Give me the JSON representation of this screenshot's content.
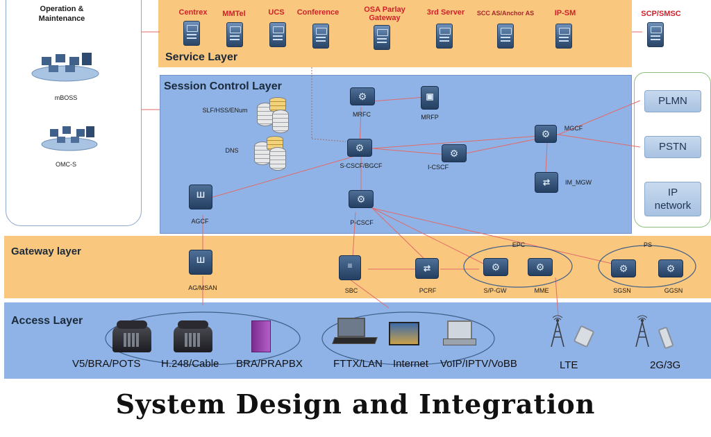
{
  "operation": {
    "title": "Operation & Maintenance",
    "items": [
      "mBOSS",
      "OMC-S"
    ]
  },
  "service_layer": {
    "title": "Service Layer",
    "nodes": [
      "Centrex",
      "MMTel",
      "UCS",
      "Conference",
      "OSA Parlay Gateway",
      "3rd Server",
      "SCC AS/Anchor AS",
      "IP-SM"
    ],
    "external": "SCP/SMSC"
  },
  "session_layer": {
    "title": "Session Control Layer",
    "databases": [
      "SLF/HSS/ENum",
      "DNS"
    ],
    "nodes": {
      "mrfc": "MRFC",
      "mrfp": "MRFP",
      "scscf": "S-CSCF/BGCF",
      "icscf": "I-CSCF",
      "mgcf": "MGCF",
      "im_mgw": "IM_MGW",
      "agcf": "AGCF",
      "pcscf": "P-CSCF"
    }
  },
  "external_networks": [
    "PLMN",
    "PSTN",
    "IP network"
  ],
  "gateway_layer": {
    "title": "Gateway layer",
    "nodes": [
      "AG/MSAN",
      "SBC",
      "PCRF",
      "S/P-GW",
      "MME",
      "SGSN",
      "GGSN"
    ],
    "groups": [
      "EPC",
      "PS"
    ]
  },
  "access_layer": {
    "title": "Access Layer",
    "items": [
      "V5/BRA/POTS",
      "H.248/Cable",
      "BRA/PRAPBX",
      "FTTX/LAN",
      "Internet",
      "VoIP/IPTV/VoBB",
      "LTE",
      "2G/3G"
    ]
  },
  "caption": "System Design and Integration",
  "colors": {
    "service_band": "#fac77e",
    "session_band": "#8fb3e6",
    "label_red": "#d0202a",
    "link_red": "#e06a6a"
  }
}
